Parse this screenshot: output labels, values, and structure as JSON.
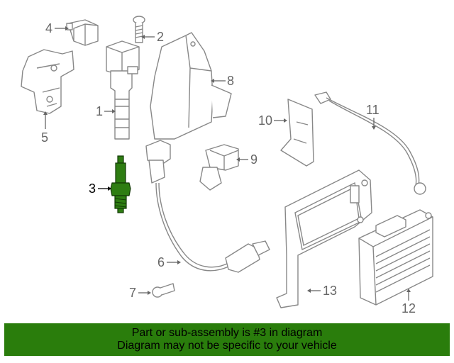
{
  "callouts": {
    "c1": "1",
    "c2": "2",
    "c3": "3",
    "c4": "4",
    "c5": "5",
    "c6": "6",
    "c7": "7",
    "c8": "8",
    "c9": "9",
    "c10": "10",
    "c11": "11",
    "c12": "12",
    "c13": "13"
  },
  "highlight": {
    "part": "3",
    "color": "#2e7d12"
  },
  "banner": {
    "line1": "Part or sub-assembly is #3 in diagram",
    "line2": "Diagram may not be specific to your vehicle",
    "color": "#2a7d0c"
  }
}
